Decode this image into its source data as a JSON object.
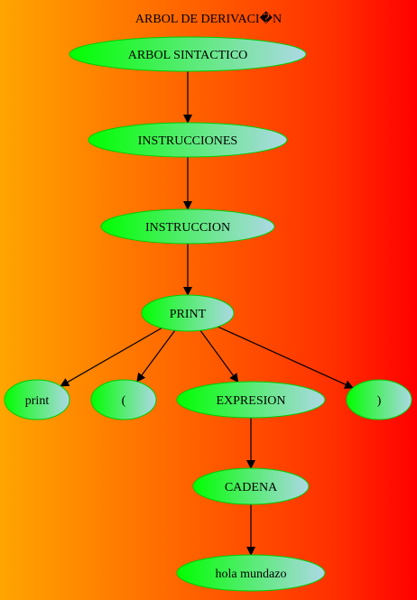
{
  "diagram": {
    "title": "ARBOL DE DERIVACI�N",
    "colors": {
      "node_fill_start": "#00ff00",
      "node_fill_end": "#add8e6",
      "node_stroke": "#00cc00",
      "edge": "#000000",
      "background_start": "#ffa500",
      "background_end": "#ff0000"
    },
    "nodes": [
      {
        "id": "n_arbol",
        "label": "ARBOL SINTACTICO"
      },
      {
        "id": "n_instrucciones",
        "label": "INSTRUCCIONES"
      },
      {
        "id": "n_instruccion",
        "label": "INSTRUCCION"
      },
      {
        "id": "n_print_rule",
        "label": "PRINT"
      },
      {
        "id": "n_print_kw",
        "label": "print"
      },
      {
        "id": "n_lparen",
        "label": "("
      },
      {
        "id": "n_expresion",
        "label": "EXPRESION"
      },
      {
        "id": "n_rparen",
        "label": ")"
      },
      {
        "id": "n_cadena",
        "label": "CADENA"
      },
      {
        "id": "n_hola",
        "label": "hola mundazo"
      }
    ],
    "edges": [
      {
        "from": "n_arbol",
        "to": "n_instrucciones"
      },
      {
        "from": "n_instrucciones",
        "to": "n_instruccion"
      },
      {
        "from": "n_instruccion",
        "to": "n_print_rule"
      },
      {
        "from": "n_print_rule",
        "to": "n_print_kw"
      },
      {
        "from": "n_print_rule",
        "to": "n_lparen"
      },
      {
        "from": "n_print_rule",
        "to": "n_expresion"
      },
      {
        "from": "n_print_rule",
        "to": "n_rparen"
      },
      {
        "from": "n_expresion",
        "to": "n_cadena"
      },
      {
        "from": "n_cadena",
        "to": "n_hola"
      }
    ]
  }
}
